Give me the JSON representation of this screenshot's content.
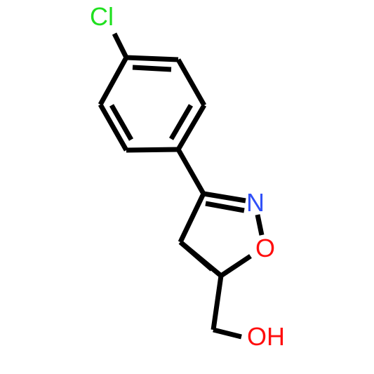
{
  "molecule": {
    "atoms": {
      "cl": "Cl",
      "n": "N",
      "o": "O",
      "oh": "OH"
    },
    "colors": {
      "bond": "#000000",
      "chlorine": "#1fe01f",
      "nitrogen": "#3050f8",
      "oxygen": "#ff0d0d"
    }
  }
}
